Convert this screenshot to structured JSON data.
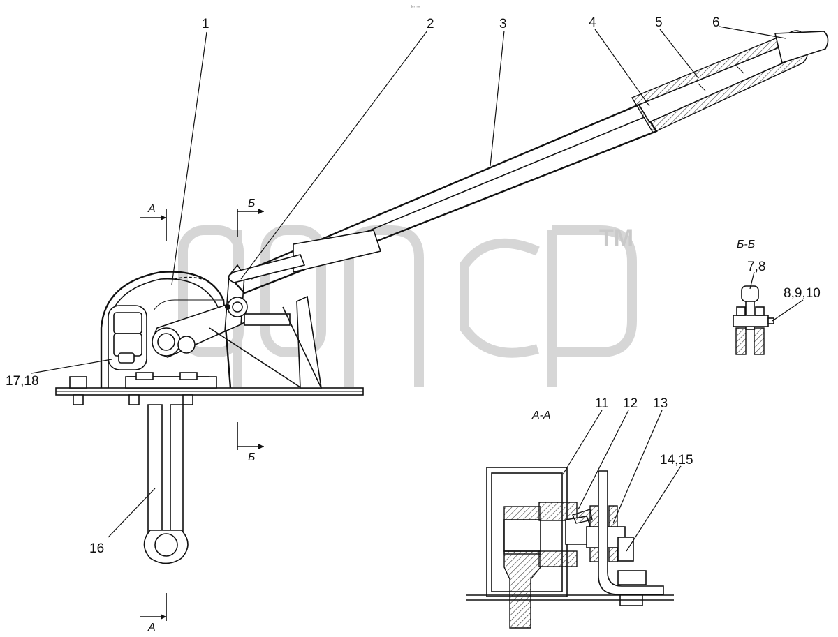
{
  "labels": {
    "p1": "1",
    "p2": "2",
    "p3": "3",
    "p4": "4",
    "p5": "5",
    "p6": "6",
    "p7_8": "7,8",
    "p8_9_10": "8,9,10",
    "p11": "11",
    "p12": "12",
    "p13": "13",
    "p14_15": "14,15",
    "p16": "16",
    "p17_18": "17,18"
  },
  "sections": {
    "a_top": "А",
    "a_bottom": "А",
    "b_top": "Б",
    "b_bottom": "Б",
    "view_bb": "Б-Б",
    "view_aa": "А-А"
  },
  "watermark": {
    "trademark": "TM",
    "top_note": "ᵈᵐ ᵐᵐ"
  }
}
